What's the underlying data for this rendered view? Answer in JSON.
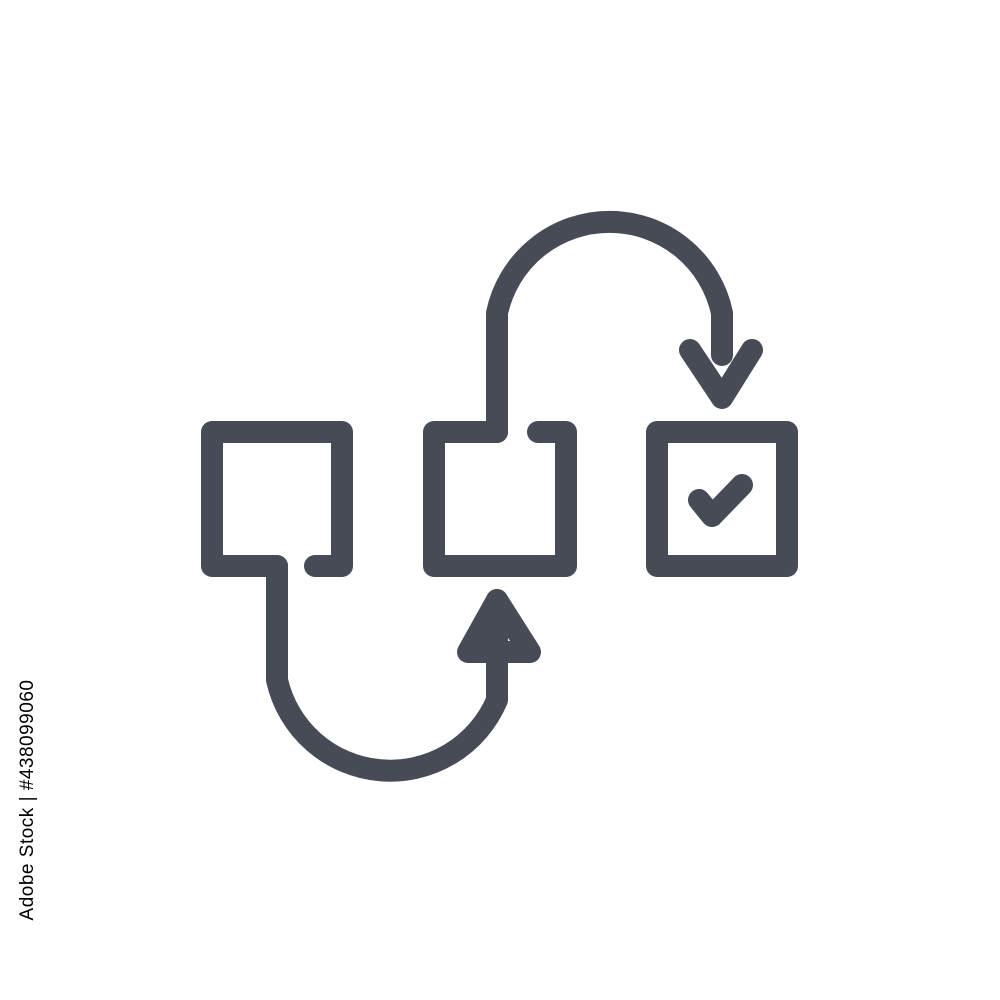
{
  "colors": {
    "icon_stroke": "#474b55",
    "background": "#ffffff",
    "side_text": "#000000"
  },
  "icon": {
    "name": "workflow-process-steps-icon",
    "elements": [
      "step-box-1",
      "step-box-2",
      "step-box-3-completed",
      "arrow-box1-to-box2",
      "arrow-box2-to-box3",
      "checkmark-icon"
    ]
  },
  "side_text": {
    "text": "Adobe Stock | #438099060"
  }
}
